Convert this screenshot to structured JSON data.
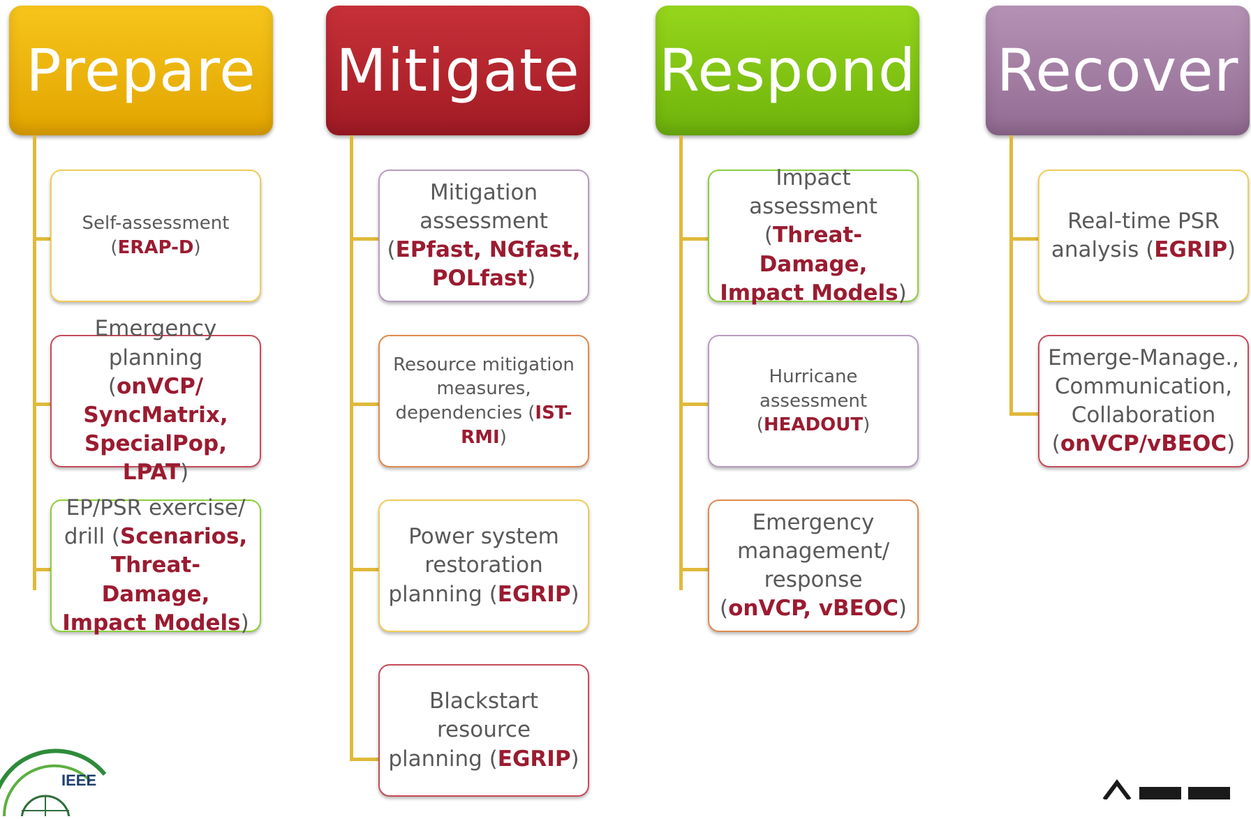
{
  "columns": [
    {
      "title": "Prepare",
      "items": [
        {
          "parts": [
            {
              "t": "Self-assessment ("
            },
            {
              "t": "ERAP-D",
              "h": true
            },
            {
              "t": ")"
            }
          ]
        },
        {
          "parts": [
            {
              "t": "Emergency planning ("
            },
            {
              "t": "onVCP/ SyncMatrix, SpecialPop, LPAT",
              "h": true
            },
            {
              "t": ")"
            }
          ]
        },
        {
          "parts": [
            {
              "t": "EP/PSR exercise/ drill ("
            },
            {
              "t": "Scenarios, Threat-Damage, Impact Models",
              "h": true
            },
            {
              "t": ")"
            }
          ]
        }
      ]
    },
    {
      "title": "Mitigate",
      "items": [
        {
          "parts": [
            {
              "t": "Mitigation assessment ("
            },
            {
              "t": "EPfast, NGfast, POLfast",
              "h": true
            },
            {
              "t": ")"
            }
          ]
        },
        {
          "parts": [
            {
              "t": "Resource mitigation measures, dependencies ("
            },
            {
              "t": "IST-RMI",
              "h": true
            },
            {
              "t": ")"
            }
          ]
        },
        {
          "parts": [
            {
              "t": "Power system restoration planning ("
            },
            {
              "t": "EGRIP",
              "h": true
            },
            {
              "t": ")"
            }
          ]
        },
        {
          "parts": [
            {
              "t": "Blackstart resource planning ("
            },
            {
              "t": "EGRIP",
              "h": true
            },
            {
              "t": ")"
            }
          ]
        }
      ]
    },
    {
      "title": "Respond",
      "items": [
        {
          "parts": [
            {
              "t": "Impact assessment ("
            },
            {
              "t": "Threat-Damage, Impact Models",
              "h": true
            },
            {
              "t": ")"
            }
          ]
        },
        {
          "parts": [
            {
              "t": "Hurricane assessment ("
            },
            {
              "t": "HEADOUT",
              "h": true
            },
            {
              "t": ")"
            }
          ]
        },
        {
          "parts": [
            {
              "t": "Emergency management/ response ("
            },
            {
              "t": "onVCP, vBEOC",
              "h": true
            },
            {
              "t": ")"
            }
          ]
        }
      ]
    },
    {
      "title": "Recover",
      "items": [
        {
          "parts": [
            {
              "t": "Real-time PSR analysis ("
            },
            {
              "t": "EGRIP",
              "h": true
            },
            {
              "t": ")"
            }
          ]
        },
        {
          "parts": [
            {
              "t": "Emerge-Manage., Communication, Collaboration ("
            },
            {
              "t": "onVCP/vBEOC",
              "h": true
            },
            {
              "t": ")"
            }
          ]
        }
      ]
    }
  ],
  "logo_left": {
    "text": "IEEE"
  },
  "colors": {
    "prepare": "#e8ad0c",
    "mitigate": "#b0242d",
    "respond": "#7fc210",
    "recover": "#a07fa2",
    "highlight": "#9b1b30"
  }
}
